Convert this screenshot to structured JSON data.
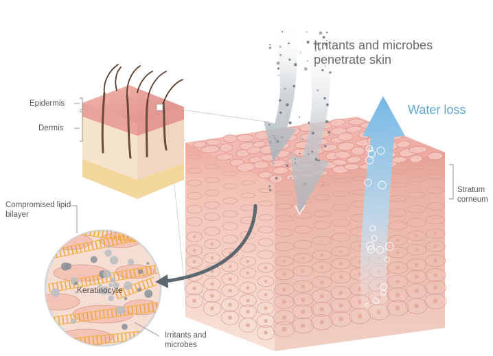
{
  "labels": {
    "epidermis": "Epidermis",
    "dermis": "Dermis",
    "irritants_title": "Irritants and microbes penetrate skin",
    "water_loss": "Water loss",
    "stratum_corneum": "Stratum corneum",
    "compromised_lipid": "Compromised lipid bilayer",
    "keratinocyte": "Keratinocyte",
    "irritants_small": "Irritants and microbes"
  },
  "colors": {
    "skin_top": "#f1b3ad",
    "skin_front": "#f2cfc2",
    "skin_side": "#e8b6a8",
    "dermis": "#f5e3cf",
    "fat": "#f3dca6",
    "water_arrow": "#8fc6e8",
    "irritant_arrow": "#c7ced3",
    "lipid": "#f0a830",
    "label_text": "#555555",
    "water_text": "#5fa8d4"
  },
  "icons": {
    "irritant_arrows": "double-down-arrow-icon",
    "water_arrow": "up-arrow-icon",
    "zoom_arrow": "curved-arrow-icon",
    "zoom_box": "zoom-box-icon"
  }
}
